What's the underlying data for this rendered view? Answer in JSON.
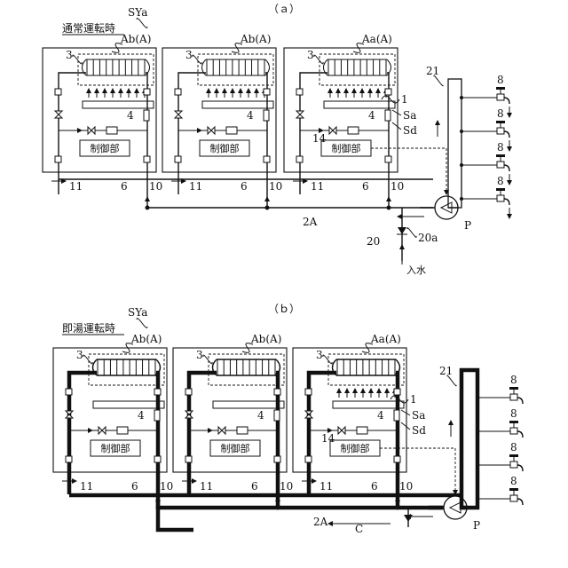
{
  "panels": [
    {
      "id": "a",
      "label": "（ａ）",
      "mode": "通常運転時",
      "system": "SYa",
      "units": [
        {
          "label": "Ab(A)",
          "controller": "制御部"
        },
        {
          "label": "Ab(A)",
          "controller": "制御部"
        },
        {
          "label": "Aa(A)",
          "controller": "制御部"
        }
      ],
      "refs": {
        "heat_exchanger": "3",
        "burner": "4",
        "return_outlet": "6",
        "outlet_pipe": "10",
        "inlet_pipe": "11",
        "housing": "1",
        "temp_sensor": "Sa",
        "flow_sensor": "Sd",
        "valve": "14",
        "supply_line": "21",
        "faucet": "8",
        "return_main": "2A",
        "feed_pipe": "20",
        "check_valve": "20a",
        "pump": "P",
        "water_in": "入水"
      }
    },
    {
      "id": "b",
      "label": "（ｂ）",
      "mode": "即湯運転時",
      "system": "SYa",
      "units": [
        {
          "label": "Ab(A)",
          "controller": "制御部"
        },
        {
          "label": "Ab(A)",
          "controller": "制御部"
        },
        {
          "label": "Aa(A)",
          "controller": "制御部"
        }
      ],
      "refs": {
        "heat_exchanger": "3",
        "burner": "4",
        "return_outlet": "6",
        "outlet_pipe": "10",
        "inlet_pipe": "11",
        "housing": "1",
        "temp_sensor": "Sa",
        "flow_sensor": "Sd",
        "valve": "14",
        "supply_line": "21",
        "faucet": "8",
        "return_main": "2A",
        "circulation": "C",
        "pump": "P"
      }
    }
  ]
}
